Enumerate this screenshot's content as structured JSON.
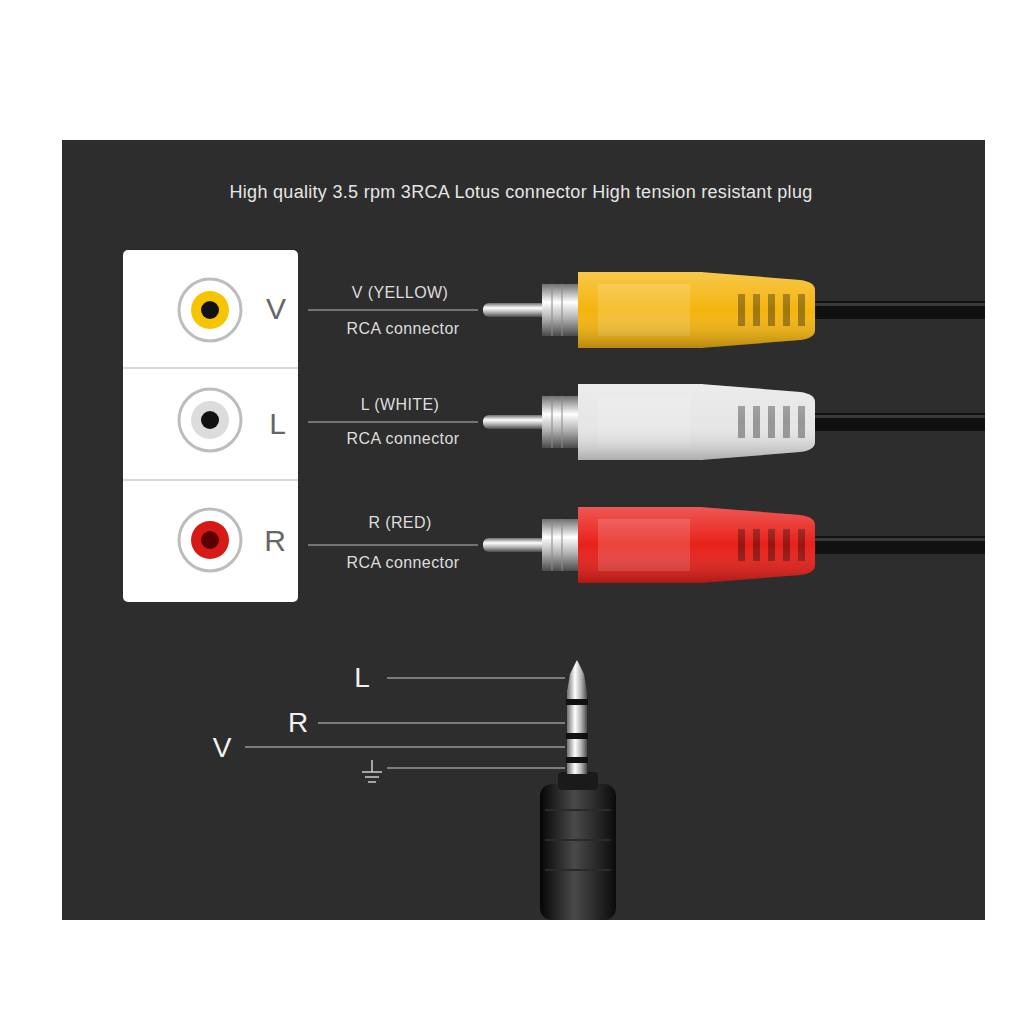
{
  "diagram": {
    "title": "High quality 3.5 rpm 3RCA Lotus connector High tension resistant plug",
    "nodes": [
      {
        "text": [
          "V"
        ]
      },
      {
        "text": [
          "L"
        ]
      },
      {
        "text": [
          "R"
        ]
      }
    ],
    "labels": [
      "V (YELLOW)",
      "RCA connector",
      "L (WHITE)",
      "RCA connector",
      "R (RED)",
      "RCA connector",
      "L",
      "R",
      "V"
    ]
  }
}
